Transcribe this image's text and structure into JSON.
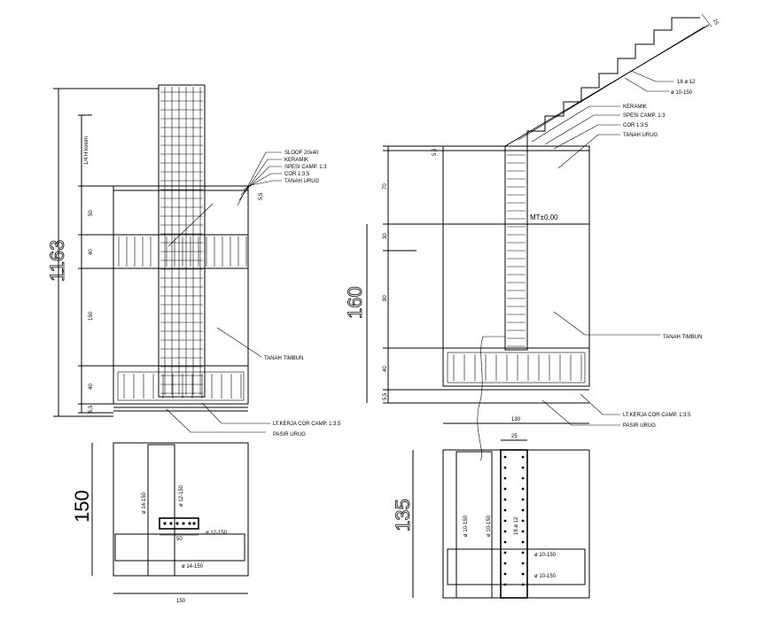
{
  "left_section": {
    "dims": {
      "total": "1163",
      "upper": "1/4 H kolom",
      "d50": "50",
      "d40a": "40",
      "d150": "150",
      "d40b": "40",
      "d55": "5,5"
    },
    "top_callouts": [
      "SLOOF 20x40",
      "KERAMIK",
      "SPESI CAMP. 1:3",
      "COR 1:3:5",
      "TANAH URUG"
    ],
    "small_dim": "5,5",
    "tanah_timbun": "TANAH TIMBUN",
    "bottom_callouts": [
      "LT.KERJA COR CAMP. 1:3:5",
      "PASIR URUG"
    ]
  },
  "left_plan": {
    "dim_side": "150",
    "dim_bottom": "150",
    "col_width": "50",
    "rebars": [
      "ø 14-150",
      "ø 12-150",
      "ø 12-150",
      "ø 14-150"
    ]
  },
  "right_section": {
    "stair_callouts": [
      "18 ø 12",
      "ø 10-150"
    ],
    "top_callouts": [
      "KERAMIK",
      "SPESI CAMP. 1:3",
      "COR 1:3:5",
      "TANAH URUG"
    ],
    "level": "MT±0,00",
    "dims": {
      "d55": "5,5",
      "d70": "70",
      "d30": "30",
      "total": "160",
      "d80": "80",
      "d40": "40",
      "d55b": "5,5"
    },
    "corner_mark": "15",
    "tanah_timbun": "TANAH TIMBUN",
    "bottom_callouts": [
      "LT.KERJA COR CAMP. 1:3:5",
      "PASIR URUG"
    ]
  },
  "right_plan": {
    "dim_top": "130",
    "dim_inner": "25",
    "dim_side": "135",
    "rebars": [
      "ø 10-150",
      "ø 10-150",
      "18 ø 12",
      "ø 10-150",
      "ø 10-150"
    ]
  }
}
